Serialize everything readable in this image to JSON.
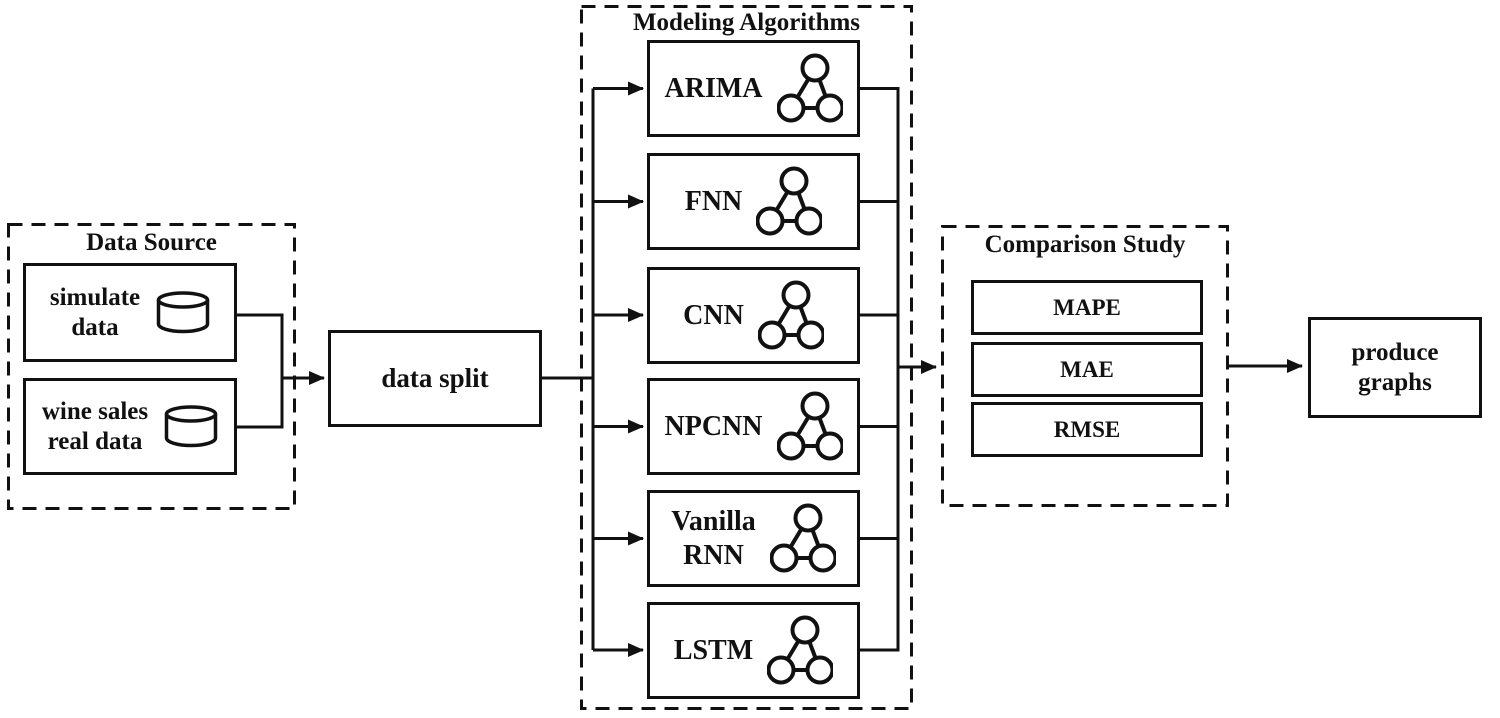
{
  "diagram": {
    "data_source": {
      "title": "Data Source",
      "items": [
        {
          "label": "simulate\ndata",
          "icon": "database-icon"
        },
        {
          "label": "wine sales\nreal data",
          "icon": "database-icon"
        }
      ]
    },
    "data_split": {
      "label": "data split"
    },
    "modeling": {
      "title": "Modeling Algorithms",
      "items": [
        {
          "label": "ARIMA",
          "icon": "network-icon"
        },
        {
          "label": "FNN",
          "icon": "network-icon"
        },
        {
          "label": "CNN",
          "icon": "network-icon"
        },
        {
          "label": "NPCNN",
          "icon": "network-icon"
        },
        {
          "label": "Vanilla\nRNN",
          "icon": "network-icon"
        },
        {
          "label": "LSTM",
          "icon": "network-icon"
        }
      ]
    },
    "comparison": {
      "title": "Comparison Study",
      "metrics": [
        {
          "label": "MAPE"
        },
        {
          "label": "MAE"
        },
        {
          "label": "RMSE"
        }
      ]
    },
    "produce_graphs": {
      "label": "produce\ngraphs"
    },
    "colors": {
      "ink": "#111111",
      "background": "#ffffff"
    }
  }
}
